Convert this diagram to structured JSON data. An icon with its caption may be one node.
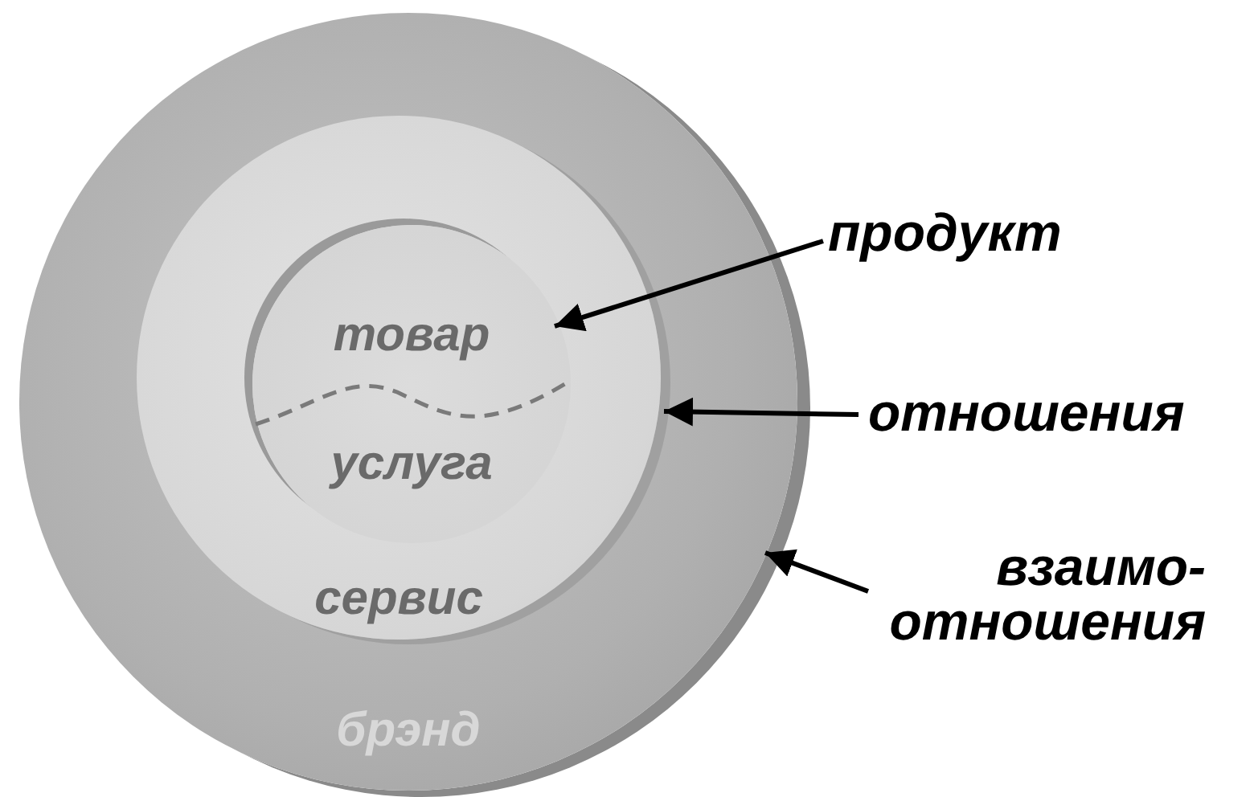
{
  "diagram": {
    "nodes": [
      {
        "text": [
          "брэнд"
        ]
      },
      {
        "text": [
          "сервис"
        ],
        "in": 0
      },
      {
        "text": [
          "товар",
          "услуга"
        ],
        "in": 1
      },
      {
        "text": [
          "продукт"
        ]
      },
      {
        "text": [
          "отношения"
        ]
      },
      {
        "text": [
          "взаимо- отношения"
        ]
      }
    ],
    "edges": [
      {
        "from": 3,
        "to": 2,
        "arrow": "to"
      },
      {
        "from": 4,
        "to": 1,
        "arrow": "to"
      },
      {
        "from": 5,
        "to": 0,
        "arrow": "to"
      }
    ]
  }
}
